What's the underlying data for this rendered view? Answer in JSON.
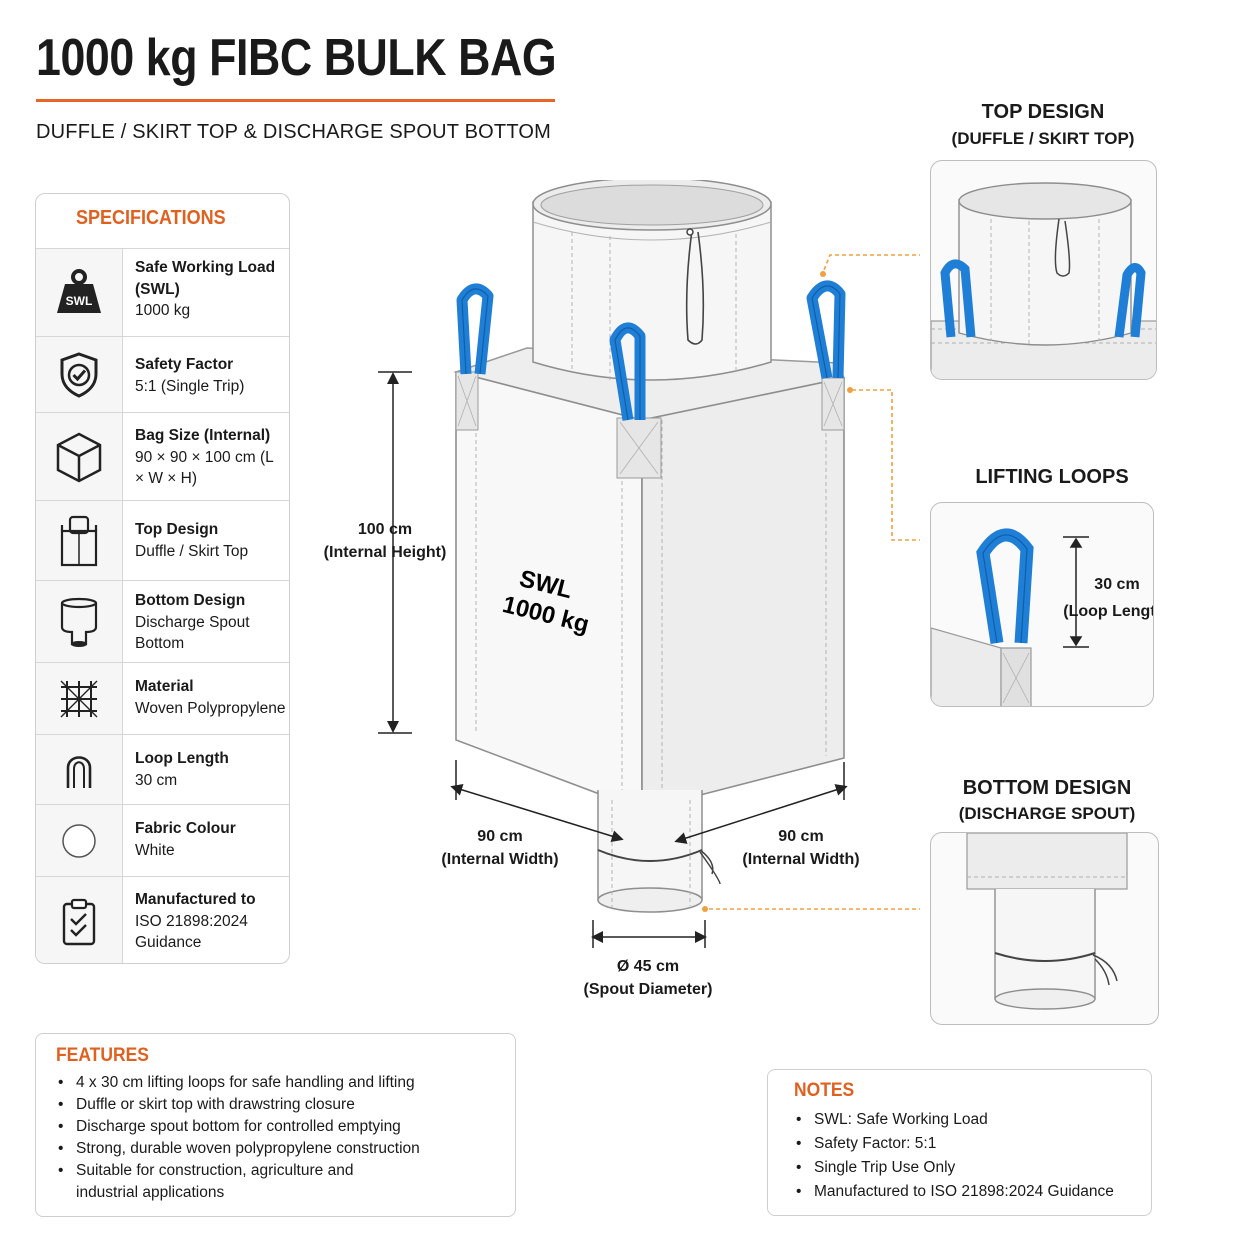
{
  "header": {
    "title": "1000 kg FIBC BULK BAG",
    "subtitle": "DUFFLE / SKIRT TOP & DISCHARGE SPOUT BOTTOM"
  },
  "specifications": {
    "heading": "SPECIFICATIONS",
    "rows": [
      {
        "icon": "swl-weight-icon",
        "icon_text": "SWL",
        "label": "Safe Working Load (SWL)",
        "value": "1000 kg"
      },
      {
        "icon": "shield-check-icon",
        "label": "Safety Factor",
        "value": "5:1 (Single Trip)"
      },
      {
        "icon": "cube-icon",
        "label": "Bag Size (Internal)",
        "value": "90 × 90 × 100 cm (L × W × H)"
      },
      {
        "icon": "top-design-icon",
        "label": "Top Design",
        "value": "Duffle / Skirt Top"
      },
      {
        "icon": "bottom-design-icon",
        "label": "Bottom Design",
        "value": "Discharge Spout Bottom"
      },
      {
        "icon": "woven-material-icon",
        "label": "Material",
        "value": "Woven Polypropylene"
      },
      {
        "icon": "loop-icon",
        "label": "Loop Length",
        "value": "30 cm"
      },
      {
        "icon": "white-circle-icon",
        "label": "Fabric Colour",
        "value": "White"
      },
      {
        "icon": "clipboard-check-icon",
        "label": "Manufactured to",
        "value": "ISO 21898:2024 Guidance"
      }
    ]
  },
  "diagram": {
    "bag_label_line1": "SWL",
    "bag_label_line2": "1000 kg",
    "height_value": "100 cm",
    "height_caption": "(Internal Height)",
    "width_left_value": "90 cm",
    "width_left_caption": "(Internal Width)",
    "width_right_value": "90 cm",
    "width_right_caption": "(Internal Width)",
    "spout_value": "Ø 45 cm",
    "spout_caption": "(Spout Diameter)"
  },
  "callouts": {
    "top": {
      "title": "TOP DESIGN",
      "subtitle": "(DUFFLE / SKIRT TOP)"
    },
    "loops": {
      "title": "LIFTING LOOPS",
      "value": "30 cm",
      "caption": "(Loop Length)"
    },
    "bottom": {
      "title": "BOTTOM DESIGN",
      "subtitle": "(DISCHARGE SPOUT)"
    }
  },
  "features": {
    "heading": "FEATURES",
    "items": [
      "4 x 30 cm lifting loops for safe handling and lifting",
      "Duffle or skirt top with drawstring closure",
      "Discharge spout bottom for controlled emptying",
      "Strong, durable woven polypropylene construction",
      "Suitable for construction, agriculture and industrial applications"
    ]
  },
  "notes": {
    "heading": "NOTES",
    "items": [
      "SWL: Safe Working Load",
      "Safety Factor: 5:1",
      "Single Trip Use Only",
      "Manufactured to ISO 21898:2024 Guidance"
    ]
  },
  "colors": {
    "accent": "#e8652a",
    "loop_blue": "#1f7fd6",
    "callout_line": "#f0a040"
  }
}
